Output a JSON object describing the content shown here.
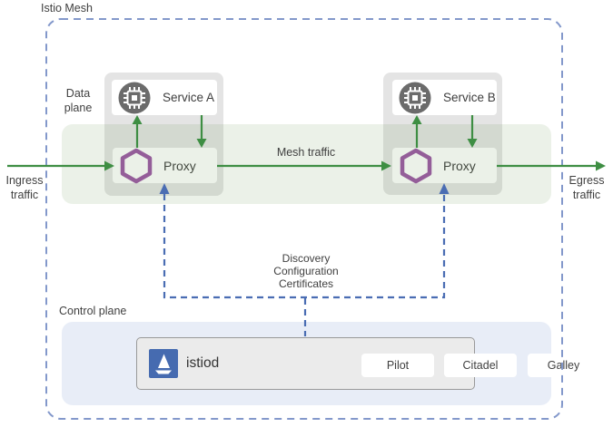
{
  "mesh": {
    "title": "Istio Mesh"
  },
  "data_plane": {
    "label": "Data plane"
  },
  "control_plane": {
    "label": "Control plane"
  },
  "traffic": {
    "ingress": "Ingress traffic",
    "egress": "Egress traffic",
    "mesh": "Mesh traffic"
  },
  "connector": {
    "lines": [
      "Discovery",
      "Configuration",
      "Certificates"
    ]
  },
  "nodes": {
    "service_a": {
      "label": "Service A",
      "icon": "chip-icon"
    },
    "service_b": {
      "label": "Service B",
      "icon": "chip-icon"
    },
    "proxy_a": {
      "label": "Proxy",
      "icon": "hexagon-icon"
    },
    "proxy_b": {
      "label": "Proxy",
      "icon": "hexagon-icon"
    },
    "istiod": {
      "label": "istiod",
      "icon": "istio-sail-logo",
      "components": [
        "Pilot",
        "Citadel",
        "Galley"
      ]
    }
  },
  "colors": {
    "arrow_green": "#3e8e43",
    "connector_blue": "#4a6db3",
    "mesh_border_blue": "#8398cb",
    "hexagon_purple": "#9c57a5",
    "chip_gray": "#6b6b6b",
    "istio_blue": "#466bb0",
    "data_plane_tint": "#ecf2ea",
    "control_plane_fill": "#e8edf7"
  }
}
